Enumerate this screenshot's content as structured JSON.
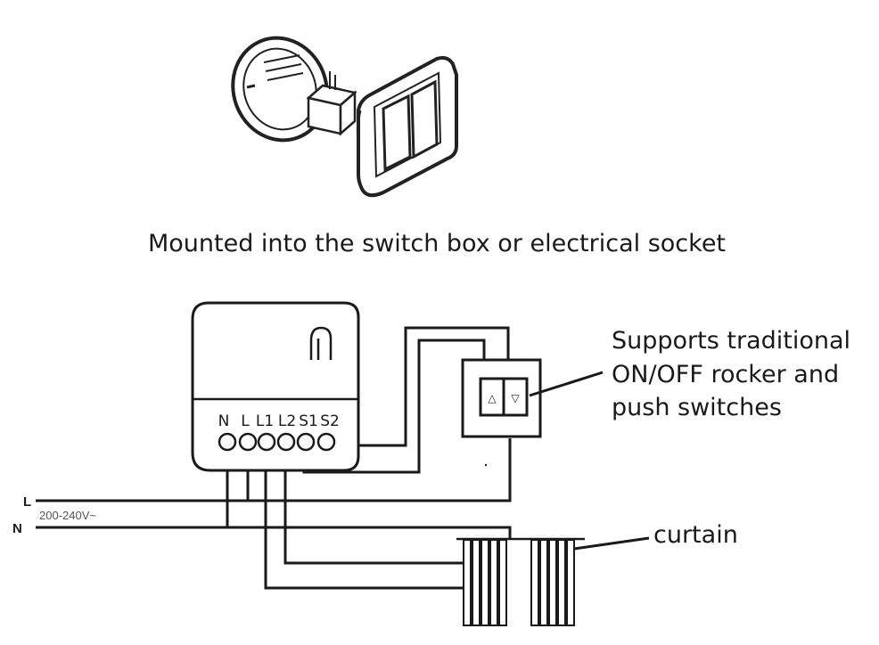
{
  "mount_caption": "Mounted into the switch box or electrical socket",
  "switch_note": {
    "line1": "Supports traditional",
    "line2": "ON/OFF rocker and",
    "line3": "push switches"
  },
  "curtain_label": "curtain",
  "mains": {
    "live_label": "L",
    "neutral_label": "N",
    "voltage": "200-240V~"
  },
  "module": {
    "terminals": [
      "N",
      "L",
      "L1",
      "L2",
      "S1",
      "S2"
    ]
  },
  "switch_buttons": {
    "up_symbol": "△",
    "down_symbol": "▽"
  }
}
